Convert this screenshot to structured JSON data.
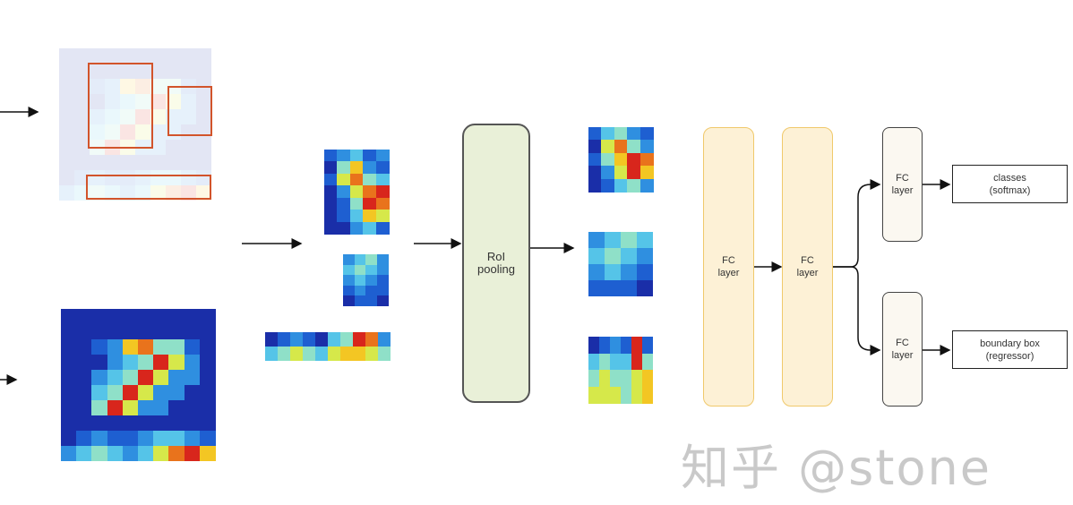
{
  "diagram": {
    "roi_pooling_label": "RoI\npooling",
    "fc_labels": [
      "FC\nlayer",
      "FC\nlayer",
      "FC\nlayer",
      "FC\nlayer"
    ],
    "output_classes_label": "classes\n(softmax)",
    "output_bbox_label": "boundary box\n(regressor)",
    "watermark": "知乎 @stone"
  },
  "colors": {
    "roi_fill": "#e9f0d8",
    "fc_fill": "#fdf1d6",
    "fc_border": "#f0c96b",
    "proposal_box": "#d2542b",
    "heatmap_low": "#1a2ea8",
    "heatmap_high": "#d8261c"
  }
}
